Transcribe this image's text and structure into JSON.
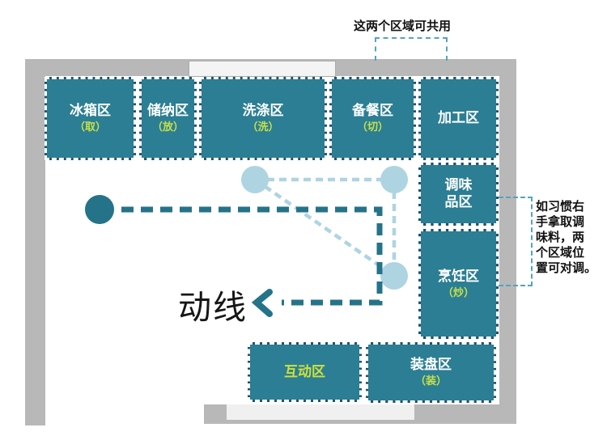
{
  "annotations": {
    "top_note": "这两个区域可共用",
    "side_note": "如习惯右\n手拿取调\n味料，两\n个区域位\n置可对调。",
    "flow_label": "动线"
  },
  "zones": [
    {
      "id": "fridge",
      "label": "冰箱区",
      "sublabel": "（取）"
    },
    {
      "id": "storage",
      "label": "储纳区",
      "sublabel": "（放）"
    },
    {
      "id": "washing",
      "label": "洗涤区",
      "sublabel": "（洗）"
    },
    {
      "id": "prep",
      "label": "备餐区",
      "sublabel": "（切）"
    },
    {
      "id": "processing",
      "label": "加工区",
      "sublabel": ""
    },
    {
      "id": "seasoning",
      "label": "调味\n品区",
      "sublabel": ""
    },
    {
      "id": "cooking",
      "label": "烹饪区",
      "sublabel": "（炒）"
    },
    {
      "id": "plating",
      "label": "装盘区",
      "sublabel": "（装）"
    },
    {
      "id": "interactive",
      "label": "互动区",
      "sublabel": ""
    }
  ],
  "colors": {
    "zone_fill": "#2b7e93",
    "zone_border_navy": "#21506f",
    "zone_border_dash": "#ffffff",
    "zone_label": "#ffffff",
    "zone_sublabel": "#c8e049",
    "interactive_label": "#cfe13a",
    "wall_gray": "#b8b8b8",
    "flow_dark": "#257389",
    "flow_light": "#aed4e2",
    "bracket_blue": "#56a3bd",
    "note_text": "#111111"
  }
}
